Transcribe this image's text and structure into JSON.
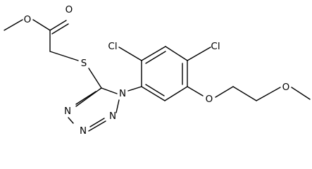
{
  "molecule": {
    "atom_labels": [
      {
        "id": "o_carbonyl",
        "text": "O"
      },
      {
        "id": "o_ester",
        "text": "O"
      },
      {
        "id": "s_thio",
        "text": "S"
      },
      {
        "id": "cl_ortho",
        "text": "Cl"
      },
      {
        "id": "cl_para",
        "text": "Cl"
      },
      {
        "id": "n1",
        "text": "N"
      },
      {
        "id": "n2",
        "text": "N"
      },
      {
        "id": "n3",
        "text": "N"
      },
      {
        "id": "n4",
        "text": "N"
      },
      {
        "id": "o_aryl_ether",
        "text": "O"
      },
      {
        "id": "o_methoxy",
        "text": "O"
      }
    ]
  }
}
